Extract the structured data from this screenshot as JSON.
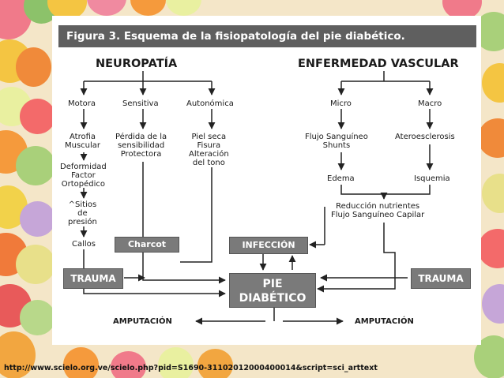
{
  "title": "Figura 3.  Esquema de la fisiopatología del pie diabético.",
  "neuropathy": {
    "heading": "NEUROPATÍA",
    "motora": "Motora",
    "sensitiva": "Sensitiva",
    "autonomica": "Autonómica",
    "atrofia": [
      "Atrofia",
      "Muscular"
    ],
    "perdida": [
      "Pérdida de la",
      "sensibilidad",
      "Protectora"
    ],
    "piel": [
      "Piel seca",
      "Fisura",
      "Alteración",
      "del tono"
    ],
    "deformidad": [
      "Deformidad",
      "Factor",
      "Ortopédico"
    ],
    "sitios": [
      "^Sitios",
      "de",
      "presión"
    ],
    "callos": "Callos",
    "charcot": "Charcot"
  },
  "vascular": {
    "heading": "ENFERMEDAD VASCULAR",
    "micro": "Micro",
    "macro": "Macro",
    "flujo": [
      "Flujo Sanguíneo",
      "Shunts"
    ],
    "ateroesclerosis": "Ateroesclerosis",
    "edema": "Edema",
    "isquemia": "Isquemia",
    "reduccion": [
      "Reducción nutrientes",
      "Flujo Sanguíneo Capilar"
    ]
  },
  "infeccion": "INFECCIÓN",
  "trauma_left": "TRAUMA",
  "trauma_right": "TRAUMA",
  "pie": [
    "PIE",
    "DIABÉTICO"
  ],
  "amputacion_left": "AMPUTACIÓN",
  "amputacion_right": "AMPUTACIÓN",
  "source_url": "http://www.scielo.org.ve/scielo.php?pid=S1690-31102012000400014&script=sci_arttext"
}
